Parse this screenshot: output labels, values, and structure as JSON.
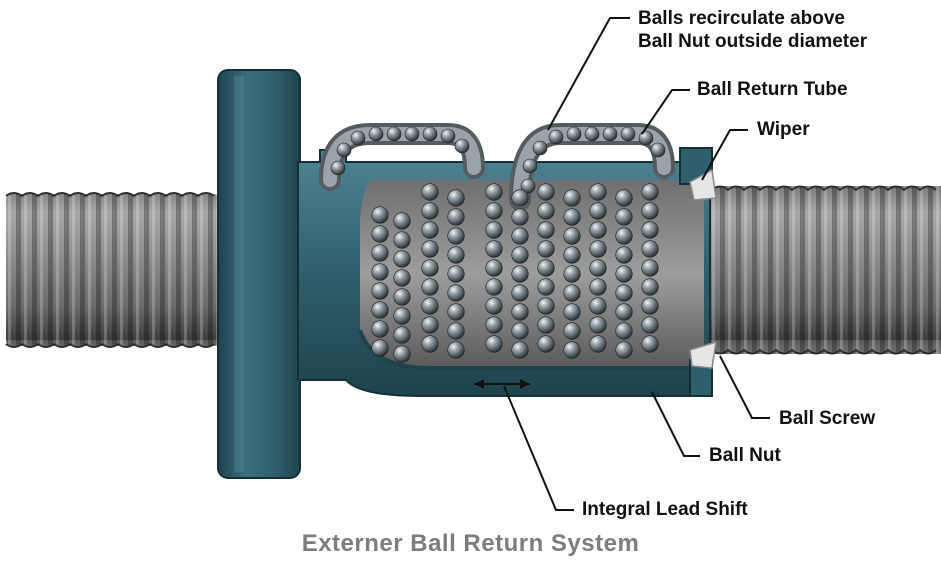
{
  "labels": {
    "balls_recirculate_line1": "Balls recirculate above",
    "balls_recirculate_line2": "Ball Nut outside diameter",
    "ball_return_tube": "Ball Return Tube",
    "wiper": "Wiper",
    "ball_screw": "Ball Screw",
    "ball_nut": "Ball Nut",
    "integral_lead_shift": "Integral Lead Shift"
  },
  "caption": "Externer Ball Return System",
  "colors": {
    "nut": "#2f5f6c",
    "nut_dark": "#1e434d",
    "nut_light": "#4e8494",
    "screw": "#8a8a8a",
    "ball": "#7f8a90",
    "caption": "#7d7d7d"
  }
}
